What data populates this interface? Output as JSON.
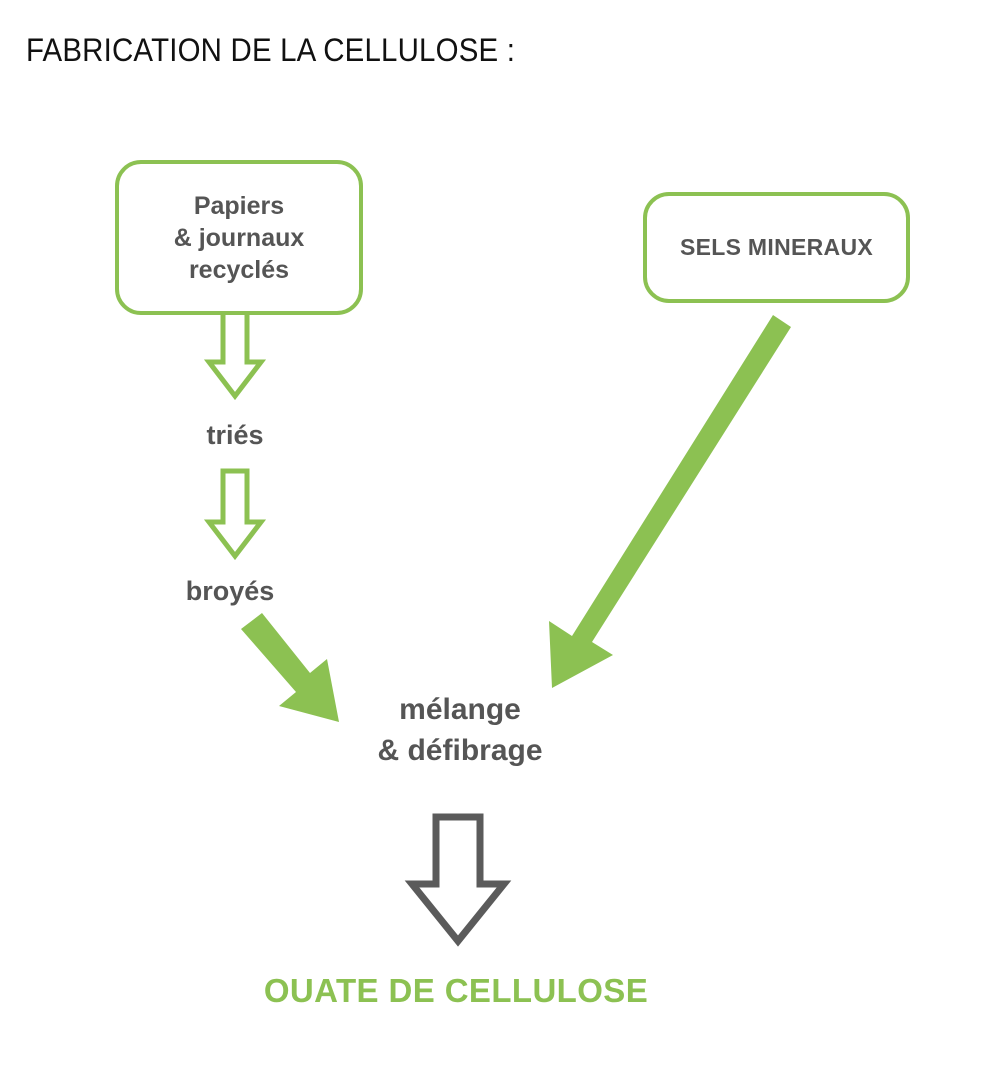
{
  "page": {
    "title": "FABRICATION DE LA CELLULOSE :",
    "background_color": "#ffffff"
  },
  "colors": {
    "green": "#8cc152",
    "gray_text": "#555555",
    "title_text": "#111111"
  },
  "diagram": {
    "type": "process-flowchart",
    "nodes": [
      {
        "id": "papiers",
        "label": "Papiers\n& journaux\nrecyclés",
        "label_lines": [
          "Papiers",
          "& journaux",
          "recyclés"
        ],
        "shape": "rounded-rectangle",
        "border_color": "#8cc152",
        "text_color": "#555555"
      },
      {
        "id": "sels",
        "label": "SELS MINERAUX",
        "shape": "rounded-rectangle",
        "border_color": "#8cc152",
        "text_color": "#555555"
      }
    ],
    "steps": [
      {
        "id": "tries",
        "label": "triés",
        "text_color": "#555555"
      },
      {
        "id": "broyes",
        "label": "broyés",
        "text_color": "#555555"
      },
      {
        "id": "melange",
        "label": "mélange\n& défibrage",
        "label_lines": [
          "mélange",
          "& défibrage"
        ],
        "text_color": "#555555"
      }
    ],
    "output": {
      "id": "ouate",
      "label": "OUATE DE CELLULOSE",
      "text_color": "#8cc152"
    },
    "arrows": [
      {
        "id": "papiers-to-tries",
        "style": "outline",
        "color": "#8cc152",
        "direction": "down"
      },
      {
        "id": "tries-to-broyes",
        "style": "outline",
        "color": "#8cc152",
        "direction": "down"
      },
      {
        "id": "broyes-to-melange",
        "style": "solid",
        "color": "#8cc152",
        "direction": "down-right"
      },
      {
        "id": "sels-to-melange",
        "style": "solid",
        "color": "#8cc152",
        "direction": "down-left"
      },
      {
        "id": "melange-to-ouate",
        "style": "outline",
        "color": "#666666",
        "direction": "down"
      }
    ]
  }
}
